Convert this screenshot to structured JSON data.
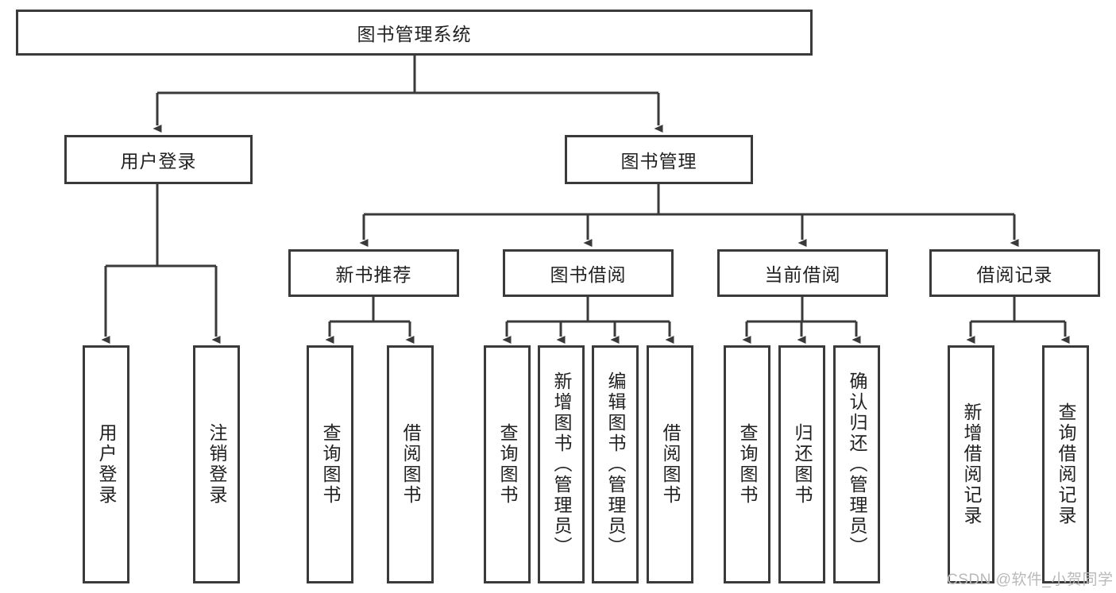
{
  "diagram": {
    "title": "图书管理系统",
    "type": "tree-hierarchy-diagram",
    "root": {
      "id": "root",
      "label": "图书管理系统"
    },
    "level2": [
      {
        "id": "user-login",
        "label": "用户登录"
      },
      {
        "id": "book-manage",
        "label": "图书管理"
      }
    ],
    "level3": [
      {
        "id": "new-book-recommend",
        "label": "新书推荐",
        "parent": "book-manage"
      },
      {
        "id": "book-borrow",
        "label": "图书借阅",
        "parent": "book-manage"
      },
      {
        "id": "current-borrow",
        "label": "当前借阅",
        "parent": "book-manage"
      },
      {
        "id": "borrow-record",
        "label": "借阅记录",
        "parent": "book-manage"
      }
    ],
    "leaves": {
      "user_login": [
        {
          "id": "leaf-user-login",
          "label": "用户登录"
        },
        {
          "id": "leaf-user-logout",
          "label": "注销登录"
        }
      ],
      "new_book_recommend": [
        {
          "id": "leaf-query-book-1",
          "label": "查询图书"
        },
        {
          "id": "leaf-borrow-book-1",
          "label": "借阅图书"
        }
      ],
      "book_borrow": [
        {
          "id": "leaf-query-book-2",
          "label": "查询图书"
        },
        {
          "id": "leaf-add-book",
          "label": "新增图书（管理员）"
        },
        {
          "id": "leaf-edit-book",
          "label": "编辑图书（管理员）"
        },
        {
          "id": "leaf-borrow-book-2",
          "label": "借阅图书"
        }
      ],
      "current_borrow": [
        {
          "id": "leaf-query-book-3",
          "label": "查询图书"
        },
        {
          "id": "leaf-return-book",
          "label": "归还图书"
        },
        {
          "id": "leaf-confirm-return",
          "label": "确认归还（管理员）"
        }
      ],
      "borrow_record": [
        {
          "id": "leaf-add-record",
          "label": "新增借阅记录"
        },
        {
          "id": "leaf-query-record",
          "label": "查询借阅记录"
        }
      ]
    }
  },
  "watermark": {
    "text": "CSDN @软件_小贺同学"
  },
  "colors": {
    "stroke": "#3a3a3a",
    "background": "#ffffff",
    "text": "#222222",
    "watermark": "#b9b9b9"
  }
}
